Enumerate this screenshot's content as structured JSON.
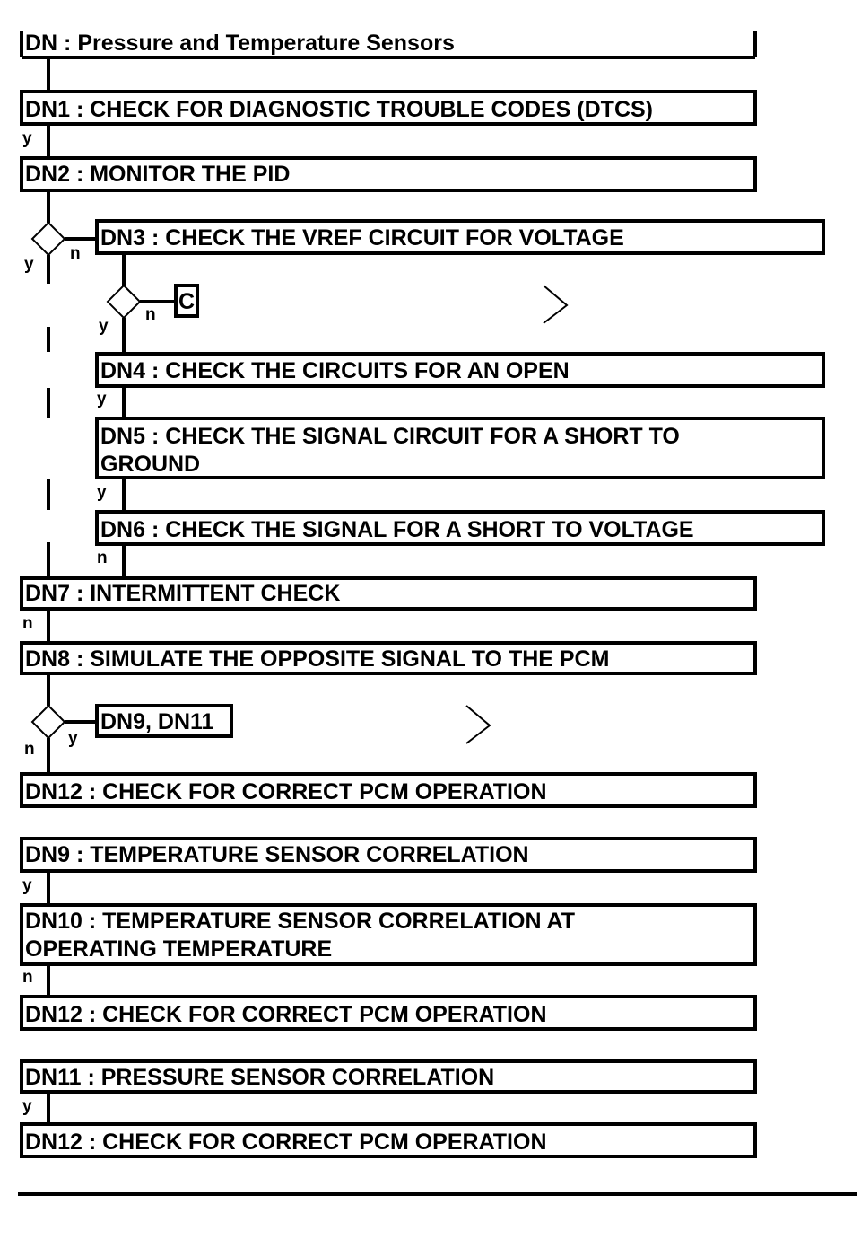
{
  "steps": {
    "dn": "DN : Pressure and Temperature Sensors",
    "dn1": "DN1 : CHECK FOR DIAGNOSTIC TROUBLE CODES (DTCS)",
    "dn2": "DN2 : MONITOR THE PID",
    "dn3": "DN3 : CHECK THE VREF CIRCUIT FOR VOLTAGE",
    "c": "C",
    "dn4": "DN4 : CHECK THE CIRCUITS FOR AN OPEN",
    "dn5_l1": "DN5 : CHECK THE SIGNAL CIRCUIT FOR A SHORT TO",
    "dn5_l2": "GROUND",
    "dn6": "DN6 : CHECK THE SIGNAL FOR A SHORT TO VOLTAGE",
    "dn7": "DN7 : INTERMITTENT CHECK",
    "dn8": "DN8 : SIMULATE THE OPPOSITE SIGNAL TO THE PCM",
    "dn9_dn11": "DN9, DN11",
    "dn12_a": "DN12 : CHECK FOR CORRECT PCM OPERATION",
    "dn9": "DN9 : TEMPERATURE SENSOR CORRELATION",
    "dn10_l1": "DN10 : TEMPERATURE SENSOR CORRELATION AT",
    "dn10_l2": "OPERATING TEMPERATURE",
    "dn12_b": "DN12 : CHECK FOR CORRECT PCM OPERATION",
    "dn11": "DN11 : PRESSURE SENSOR CORRELATION",
    "dn12_c": "DN12 : CHECK FOR CORRECT PCM OPERATION"
  },
  "labels": {
    "dn1_y": "y",
    "d1_n": "n",
    "d1_y": "y",
    "d2_y": "y",
    "d2_n": "n",
    "dn4_y": "y",
    "dn5_y": "y",
    "dn6_n": "n",
    "dn7_n": "n",
    "d3_n": "n",
    "d3_y": "y",
    "dn9_y": "y",
    "dn10_n": "n",
    "dn11_y": "y"
  }
}
